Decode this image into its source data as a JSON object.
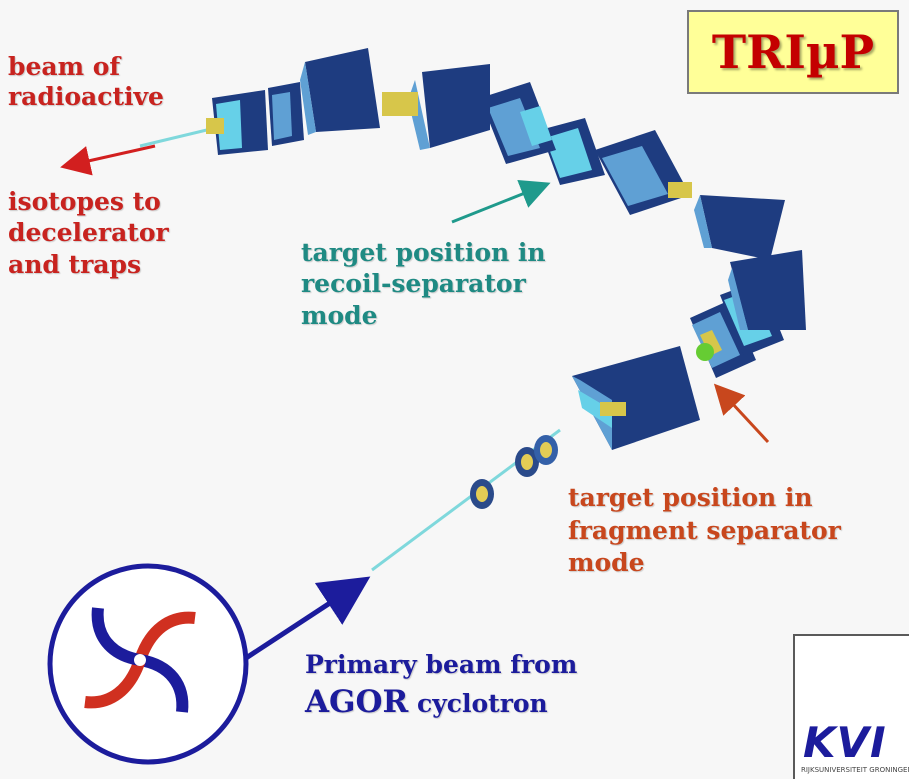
{
  "title": "TRIµP",
  "labels": {
    "beam_line1": "beam of",
    "beam_line2": "radioactive",
    "isotopes_line1": "isotopes to",
    "isotopes_line2": "decelerator",
    "isotopes_line3": "and traps",
    "recoil_line1": "target position in",
    "recoil_line2": "recoil-separator",
    "recoil_line3": "mode",
    "fragment_line1": "target position in",
    "fragment_line2": "fragment separator",
    "fragment_line3": "mode",
    "primary_line1": "Primary beam from",
    "primary_agor": "AGOR",
    "primary_rest": "cyclotron"
  },
  "logo": {
    "kvi": "KVI",
    "kvi_subtitle": "RIJKSUNIVERSITEIT GRONINGEN"
  },
  "colors": {
    "red_text": "#c8231f",
    "teal_text": "#1f8a83",
    "orange_text": "#c8471d",
    "blue_text": "#1c1c9c",
    "magnet_dark": "#1e3c80",
    "magnet_light": "#5fa0d4",
    "magnet_cyan": "#66d0e8",
    "coil_yellow": "#d7c64a"
  }
}
